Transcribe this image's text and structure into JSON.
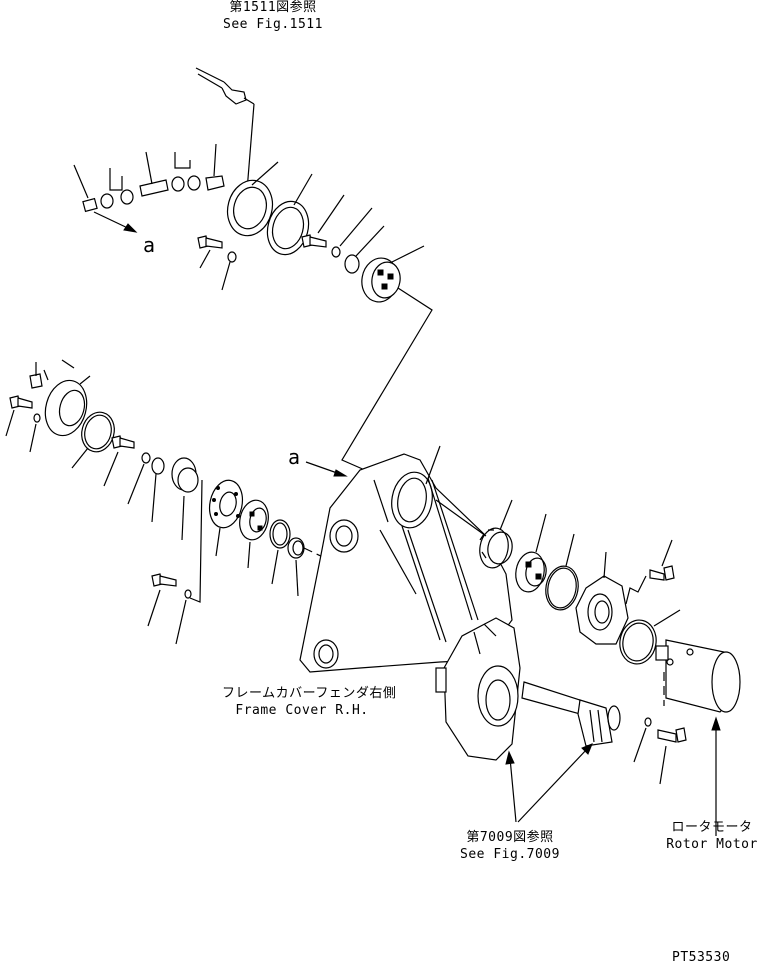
{
  "references": {
    "fig1511": {
      "jp": "第1511図参照",
      "en": "See Fig.1511"
    },
    "fig7009": {
      "jp": "第7009図参照",
      "en": "See Fig.7009"
    }
  },
  "parts": {
    "frame_cover": {
      "jp": "フレームカバーフェンダ右側",
      "en": "Frame Cover R.H."
    },
    "rotor_motor": {
      "jp": "ロータモータ",
      "en": "Rotor Motor"
    }
  },
  "view_markers": {
    "upper": "a",
    "lower": "a"
  },
  "drawing_id": "PT53530"
}
